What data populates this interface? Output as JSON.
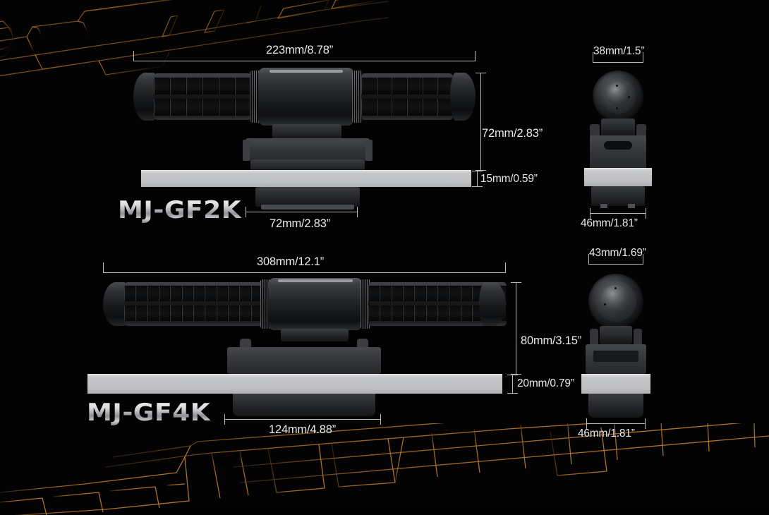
{
  "page": {
    "background_color": "#030303",
    "accent_wireframe_color": "#8a5a1e",
    "dimension_line_color": "#b9babc",
    "rail_color": "#c6c7c9",
    "label_text_color": "#e9eaec"
  },
  "products": [
    {
      "id": "mj-gf2k",
      "model_name": "MJ-GF2K",
      "side_view": {
        "overall_length": "223mm/8.78”",
        "height_above_rail": "72mm/2.83”",
        "rail_thickness": "15mm/0.59”",
        "mount_base_width": "72mm/2.83”"
      },
      "front_view": {
        "lens_housing_width": "38mm/1.5”",
        "base_width": "46mm/1.81”"
      }
    },
    {
      "id": "mj-gf4k",
      "model_name": "MJ-GF4K",
      "side_view": {
        "overall_length": "308mm/12.1”",
        "height_above_rail": "80mm/3.15”",
        "rail_thickness": "20mm/0.79”",
        "mount_base_width": "124mm/4.88”"
      },
      "front_view": {
        "lens_housing_width": "43mm/1.69”",
        "base_width": "46mm/1.81”"
      }
    }
  ]
}
